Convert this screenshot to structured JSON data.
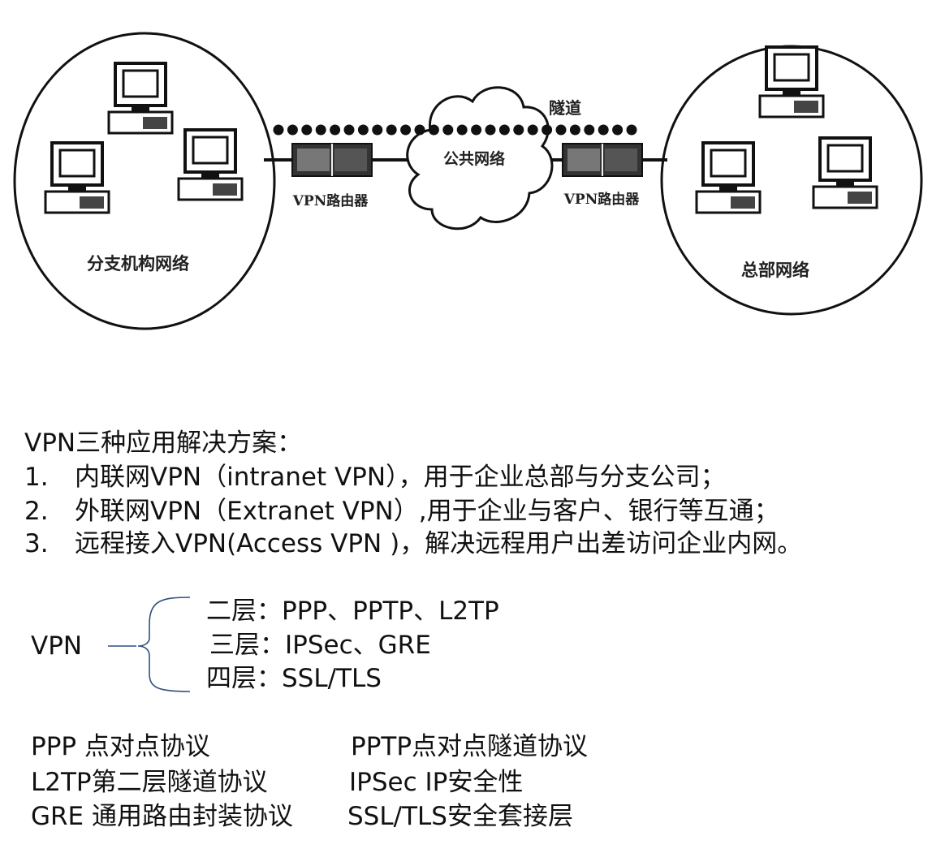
{
  "diagram": {
    "branch_label": "分支机构网络",
    "hq_label": "总部网络",
    "router_left_label": "VPN路由器",
    "router_right_label": "VPN路由器",
    "cloud_label": "公共网络",
    "tunnel_label": "隧道"
  },
  "solutions": {
    "heading": "VPN三种应用解决方案：",
    "items": [
      {
        "num": "1.",
        "text": "内联网VPN（intranet VPN），用于企业总部与分支公司；"
      },
      {
        "num": "2.",
        "text": "外联网VPN（Extranet VPN）,用于企业与客户、银行等互通；"
      },
      {
        "num": "3.",
        "text": "远程接入VPN(Access VPN )，解决远程用户出差访问企业内网。"
      }
    ]
  },
  "layers": {
    "root": "VPN",
    "items": [
      "二层：PPP、PPTP、L2TP",
      "三层：IPSec、GRE",
      "四层：SSL/TLS"
    ]
  },
  "glossary": {
    "left": [
      "PPP 点对点协议",
      "L2TP第二层隧道协议",
      "GRE 通用路由封装协议"
    ],
    "right": [
      "PPTP点对点隧道协议",
      "IPSec IP安全性",
      "SSL/TLS安全套接层"
    ]
  }
}
